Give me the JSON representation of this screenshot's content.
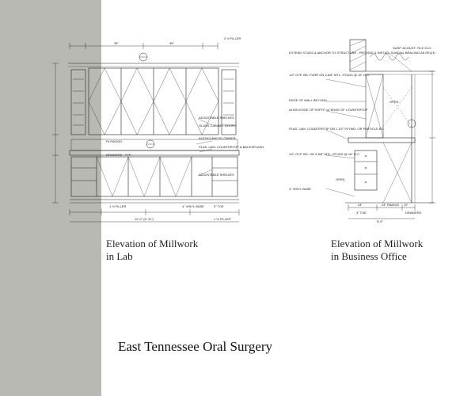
{
  "captions": {
    "lab_line1": "Elevation of Millwork",
    "lab_line2": "in Lab",
    "office_line1": "Elevation of Millwork",
    "office_line2": "in Business Office"
  },
  "project_title": "East Tennessee Oral Surgery",
  "lab_notes": {
    "filler_top": "2 ½ FILLER",
    "plywood": "PLYWOOD",
    "drawers": "DRAWERS - TYP.",
    "adjustable_shelves": "ADJUSTABLE SHELVES",
    "glass_doors": "GLASS CABINET DOORS",
    "autoclave": "AUTOCLAVE BY OWNER",
    "plam_counter": "PLAS. LAM. COUNTERTOP & BACKSPLASH",
    "adjustable_shelves_low": "ADJUSTABLE SHELVES",
    "vinyl_base": "4\" VINYL BASE",
    "toe": "3\" TOE",
    "filler_bottom": "1 ½ FILLER",
    "filler_bottom_right": "1 ½ FILLER",
    "overall_width": "12'-0\" (5'-11\")"
  },
  "office_notes": {
    "studs": "EXTEND STUDS & ANCHOR TO STRUCTURE - PROVIDE & INSTALL SUNDIAL BRACING AS REQ'D",
    "ceiling": "SUSP. ACOUST. TILE CLG.",
    "gyp_furr": "1/2\" GYP. BD. FURR ON 3-5/8\" MTL. STUDS @ 16\" O.C.",
    "edge_wall": "EDGE OF WALL BEYOND",
    "soffit": "ALIGN EDGE OF SOFFIT w/ EDGE OF COUNTERTOP",
    "plam": "PLAS. LAM. COUNTERTOP ON 1 1/2\" PLYWD. OR PARTICLE BD.",
    "gyp_studs": "1/2\" GYP. BD. ON 3-5/8\" MTL. STUDS @ 16\" O.C.",
    "vinyl_base": "4\" VINYL BASE",
    "open_upper": "OPEN",
    "open_lower": "OPEN",
    "drawers": "DRAWERS",
    "width": "5'-0\"",
    "dim_a": "24\"",
    "dim_b": "24\" RADIUS",
    "dim_c": "12\"",
    "toe": "3\" TOE"
  }
}
